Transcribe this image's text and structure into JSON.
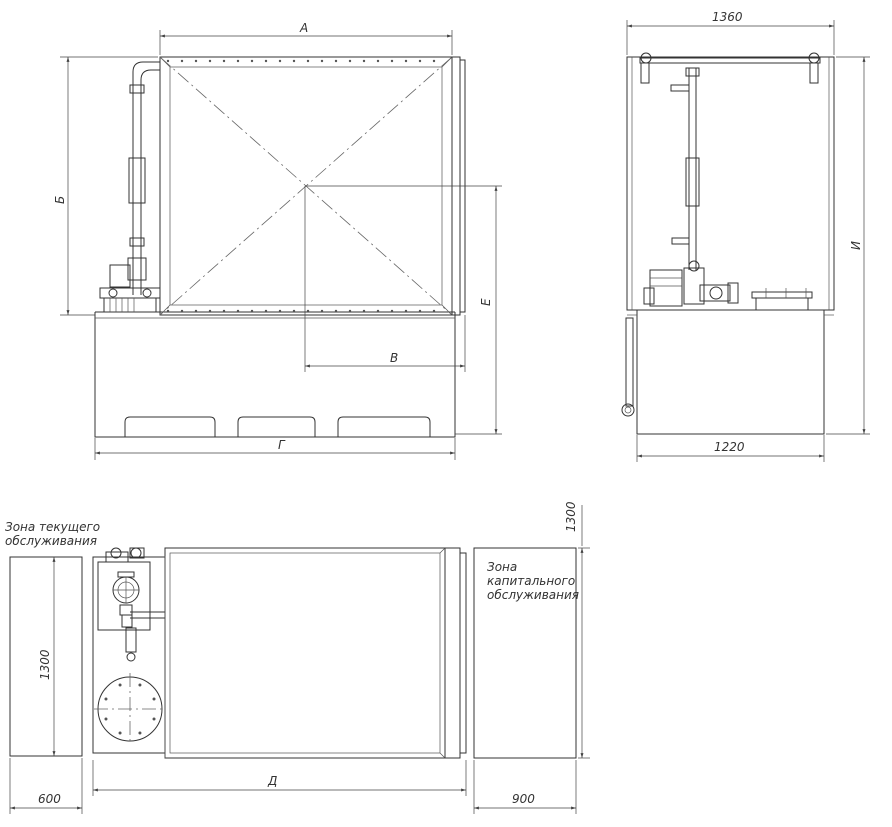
{
  "dimensions": {
    "a": "А",
    "b": "Б",
    "v": "В",
    "g": "Г",
    "d": "Д",
    "e": "Е",
    "i": "И",
    "w1360": "1360",
    "w1220": "1220",
    "h1300_top": "1300",
    "h1300_left": "1300",
    "w600": "600",
    "w900": "900"
  },
  "zones": {
    "current_line1": "Зона текущего",
    "current_line2": "обслуживания",
    "capital_line1": "Зона",
    "capital_line2": "капитального",
    "capital_line3": "обслуживания"
  }
}
